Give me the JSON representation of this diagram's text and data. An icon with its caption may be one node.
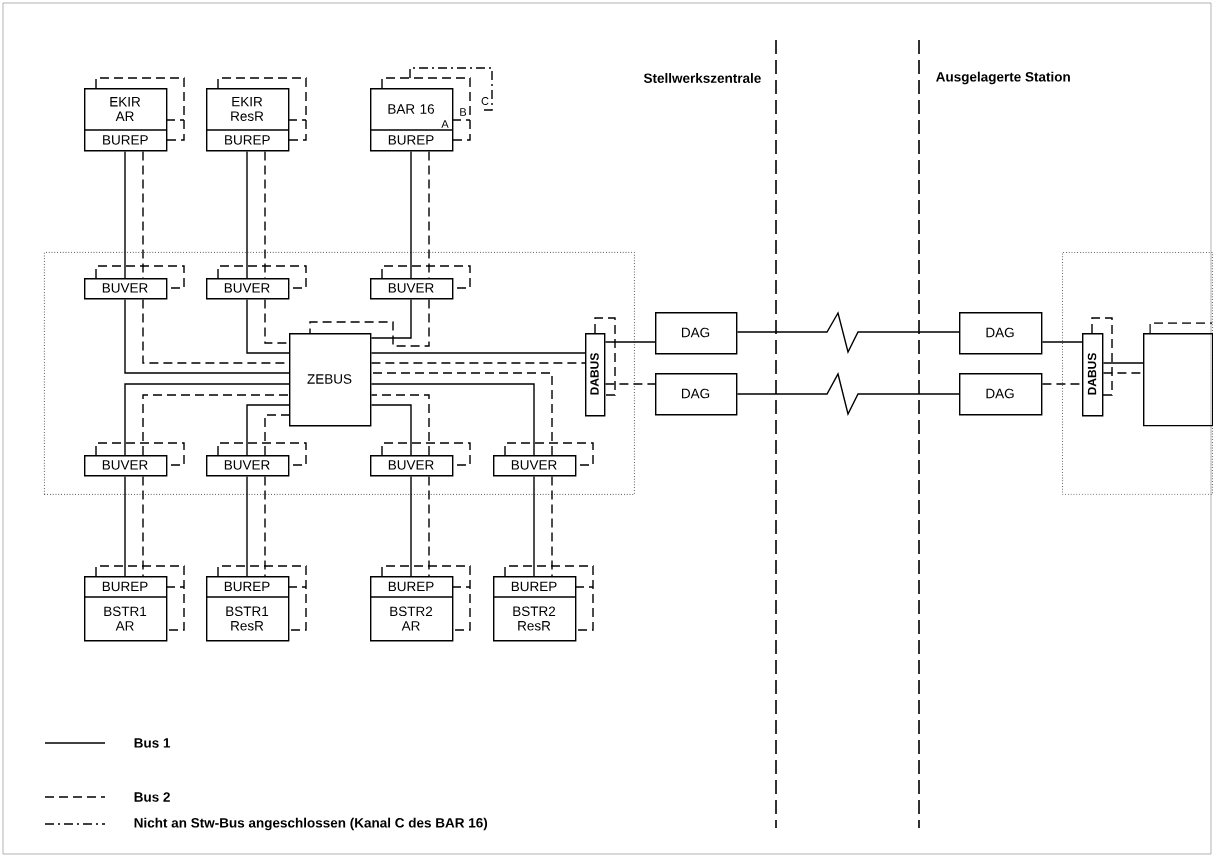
{
  "diagram": {
    "nodes": [
      {
        "text": [],
        "shape": "box"
      },
      {
        "text": [
          "EKIR AR",
          "BUREP"
        ]
      },
      {
        "text": [
          "EKIR ResR",
          "BUREP"
        ]
      },
      {
        "text": [
          "BAR 16",
          "BUREP"
        ]
      },
      {
        "text": [
          "BUVER"
        ],
        "in": 0
      },
      {
        "text": [
          "BUVER"
        ],
        "in": 0
      },
      {
        "text": [
          "BUVER"
        ],
        "in": 0
      },
      {
        "text": [
          "ZEBUS"
        ],
        "in": 0
      },
      {
        "text": [
          "BUVER"
        ],
        "in": 0
      },
      {
        "text": [
          "BUVER"
        ],
        "in": 0
      },
      {
        "text": [
          "BUVER"
        ],
        "in": 0
      },
      {
        "text": [
          "BUVER"
        ],
        "in": 0
      },
      {
        "text": [
          "BUREP",
          "BSTR1 AR"
        ]
      },
      {
        "text": [
          "BUREP",
          "BSTR1 ResR"
        ]
      },
      {
        "text": [
          "BUREP",
          "BSTR2 AR"
        ]
      },
      {
        "text": [
          "BUREP",
          "BSTR2 ResR"
        ]
      },
      {
        "text": [
          "DABUS"
        ],
        "in": 0
      },
      {
        "text": [
          "DAG"
        ]
      },
      {
        "text": [
          "DAG"
        ]
      },
      {
        "text": [
          "DAG"
        ]
      },
      {
        "text": [
          "DAG"
        ]
      },
      {
        "text": [],
        "shape": "box"
      },
      {
        "text": [
          "DABUS"
        ],
        "in": 21
      },
      {
        "text": [],
        "shape": "box",
        "in": 21
      }
    ],
    "edges": [
      {
        "from": 1,
        "to": 4,
        "arrow": "none"
      },
      {
        "from": 1,
        "to": 4,
        "arrow": "none",
        "style": "dashed"
      },
      {
        "from": 2,
        "to": 5,
        "arrow": "none"
      },
      {
        "from": 2,
        "to": 5,
        "arrow": "none",
        "style": "dashed"
      },
      {
        "from": 3,
        "to": 6,
        "arrow": "none"
      },
      {
        "from": 3,
        "to": 6,
        "arrow": "none",
        "style": "dashed"
      },
      {
        "from": 4,
        "to": 7,
        "arrow": "none"
      },
      {
        "from": 4,
        "to": 7,
        "arrow": "none",
        "style": "dashed"
      },
      {
        "from": 5,
        "to": 7,
        "arrow": "none"
      },
      {
        "from": 5,
        "to": 7,
        "arrow": "none",
        "style": "dashed"
      },
      {
        "from": 6,
        "to": 7,
        "arrow": "none"
      },
      {
        "from": 6,
        "to": 7,
        "arrow": "none",
        "style": "dashed"
      },
      {
        "from": 7,
        "to": 16,
        "arrow": "none"
      },
      {
        "from": 7,
        "to": 16,
        "arrow": "none",
        "style": "dashed"
      },
      {
        "from": 8,
        "to": 7,
        "arrow": "none"
      },
      {
        "from": 8,
        "to": 7,
        "arrow": "none",
        "style": "dashed"
      },
      {
        "from": 9,
        "to": 7,
        "arrow": "none"
      },
      {
        "from": 9,
        "to": 7,
        "arrow": "none",
        "style": "dashed"
      },
      {
        "from": 11,
        "to": 7,
        "arrow": "none"
      },
      {
        "from": 11,
        "to": 7,
        "arrow": "none",
        "style": "dashed"
      },
      {
        "from": 10,
        "to": 7,
        "arrow": "none"
      },
      {
        "from": 10,
        "to": 7,
        "arrow": "none",
        "style": "dashed"
      },
      {
        "from": 8,
        "to": 12,
        "arrow": "none"
      },
      {
        "from": 8,
        "to": 12,
        "arrow": "none",
        "style": "dashed"
      },
      {
        "from": 9,
        "to": 13,
        "arrow": "none"
      },
      {
        "from": 9,
        "to": 13,
        "arrow": "none",
        "style": "dashed"
      },
      {
        "from": 10,
        "to": 14,
        "arrow": "none"
      },
      {
        "from": 10,
        "to": 14,
        "arrow": "none",
        "style": "dashed"
      },
      {
        "from": 11,
        "to": 15,
        "arrow": "none"
      },
      {
        "from": 11,
        "to": 15,
        "arrow": "none",
        "style": "dashed"
      },
      {
        "from": 16,
        "to": 17,
        "arrow": "none"
      },
      {
        "from": 16,
        "to": 18,
        "arrow": "none",
        "style": "dashed"
      },
      {
        "from": 17,
        "to": 19,
        "arrow": "none"
      },
      {
        "from": 18,
        "to": 20,
        "arrow": "none"
      },
      {
        "from": 19,
        "to": 22,
        "arrow": "none"
      },
      {
        "from": 20,
        "to": 22,
        "arrow": "none",
        "style": "dashed"
      },
      {
        "from": 22,
        "to": 23,
        "arrow": "none"
      },
      {
        "from": 22,
        "to": 23,
        "arrow": "none",
        "style": "dashed"
      }
    ],
    "labels": [
      "Stellwerkszentrale",
      "Ausgelagerte Station",
      "A",
      "B",
      "C"
    ],
    "legend": [
      {
        "text": "Bus 1"
      },
      {
        "text": "Bus 2"
      },
      {
        "text": "Nicht an Stw-Bus angeschlossen (Kanal C des BAR 16)"
      }
    ]
  }
}
